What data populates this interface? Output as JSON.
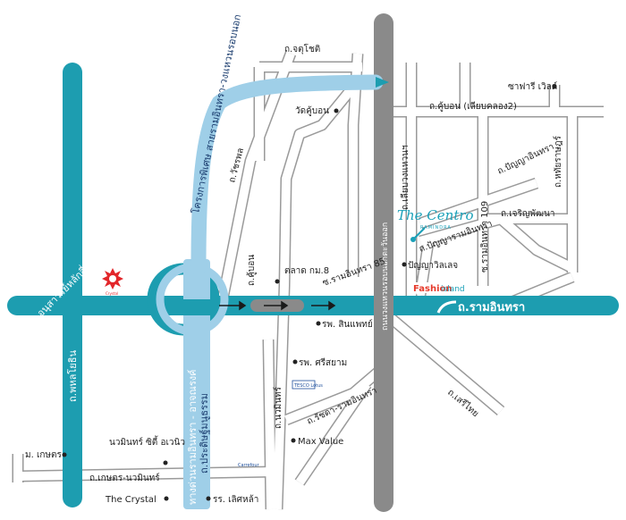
{
  "map": {
    "colors": {
      "main_road": "#1d9db0",
      "expressway": "#8a8a8a",
      "project_road": "#9fcfe8",
      "local_road": "#9a9a9a",
      "crystal_logo": "#e2262a",
      "centro": "#1aa0b8",
      "fashion_red": "#e63a2b"
    },
    "roads": {
      "ramintra": "ถ.รามอินทรา",
      "phahon": "ถ.พหลโยธิน",
      "chatuchot": "ถ.จตุโชติ",
      "khubon_liab": "ถ.คู้บอน (เลียบคลอง2)",
      "watcharapol": "ถ.วัชรพล",
      "panyaindra": "ถ.ปัญญาอินทรา",
      "charoenphatthana": "ถ.เจริญพัฒนา",
      "hathairat": "ถ.หทัยราษฎร์",
      "khubon": "ถ.คู้บอน",
      "ramintra85": "ซ.รามอินทรา 85",
      "navamin": "ถ.นวมินทร์",
      "kaset_navamin": "ถ.เกษตร-นวมินทร์",
      "ratchada_ramintra": "ถ.รัชดา-รามอินทรา",
      "serithai": "ถ.เสรีไทย",
      "liab_tawanok": "ถ.เลียบวงแหวนฯ",
      "ramintra109": "ซ.รามอินทรา 109",
      "panyaramintra": "ถ.ปัญญารามอินทรา"
    },
    "expressways": {
      "ramintra_atnarong": "ทางด่วนรามอินทรา - อาจณรงค์",
      "prachachuen": "ถ.ประดิษฐ์มนูธรรม",
      "outer_ring": "ถนนวงแหวนรอบนอกตะวันออก"
    },
    "project": {
      "label": "โครงการพิเศษ สายรามอินทรา-วงแหวนรอบนอก"
    },
    "pois": {
      "anusawari": "อนุสาวรีย์หลักสี่",
      "crystal_logo": "Crystal",
      "wat_khubon": "วัดคู้บอน",
      "safari_world": "ซาฟารี เวิลด์",
      "talad_km8": "ตลาด กม.8",
      "hosp_synphaet": "รพ. สินแพทย์",
      "hosp_sriayam": "รพ. ศรีสยาม",
      "tesco_lotus": "TESCO Lotus",
      "max_value": "Max Value",
      "carrefour": "Carrefour",
      "navamin_city": "นวมินทร์ ซิตี้ อเวนิว",
      "m_kaset": "ม. เกษตร",
      "the_crystal": "The Crystal",
      "rr_lertla": "รร. เลิศหล้า",
      "panya_village": "ปัญญาวิลเลจ",
      "the_centro": "The Centro",
      "the_centro_sub": "RAMINDRA",
      "fashion_a": "Fashion",
      "fashion_b": "island"
    }
  }
}
